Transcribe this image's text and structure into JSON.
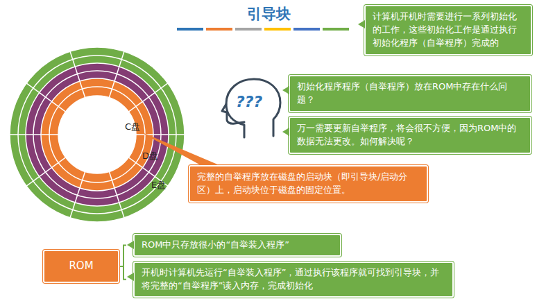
{
  "diagram": {
    "title": "引导块",
    "nodes": [
      {
        "text": [
          "计算机开机时需要进行一系列初始化的工作，这些初始化工作是通过执行初始化程序（自举程序）完成的"
        ]
      },
      {
        "text": [
          "初始化程序程序（自举程序）放在ROM中存在什么问题？"
        ]
      },
      {
        "text": [
          "万一需要更新自举程序，将会很不方便，因为ROM中的数据无法更改。如何解决呢？"
        ]
      },
      {
        "text": [
          "完整的自举程序放在磁盘的启动块（即引导块/启动分区）上，启动块位于磁盘的固定位置。"
        ]
      },
      {
        "text": [
          "ROM"
        ]
      },
      {
        "text": [
          "ROM中只存放很小的“自举装入程序”"
        ]
      },
      {
        "text": [
          "开机时计算机先运行“自举装入程序”，通过执行该程序就可找到引导块，并将完整的“自举程序”读入内存，完成初始化"
        ]
      }
    ],
    "edges": [
      {
        "from": 4,
        "to": 5,
        "arrow": "none"
      },
      {
        "from": 4,
        "to": 6,
        "arrow": "none"
      }
    ],
    "labels": [
      "C盘",
      "D盘",
      "E盘",
      "???"
    ]
  }
}
